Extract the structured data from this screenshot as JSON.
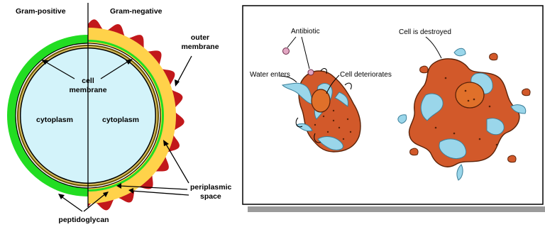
{
  "gram": {
    "positive_title": "Gram-positive",
    "negative_title": "Gram-negative",
    "outer_membrane_line1": "outer",
    "outer_membrane_line2": "membrane",
    "cell_membrane_line1": "cell",
    "cell_membrane_line2": "membrane",
    "cytoplasm_left": "cytoplasm",
    "cytoplasm_right": "cytoplasm",
    "periplasmic_line1": "periplasmic",
    "periplasmic_line2": "space",
    "peptidoglycan": "peptidoglycan"
  },
  "antibiotic": {
    "antibiotic_label": "Antibiotic",
    "water_label": "Water enters",
    "deteriorates_label": "Cell deteriorates",
    "destroyed_label": "Cell is destroyed"
  },
  "colors": {
    "cytoplasm": "#d3f3fa",
    "peptidoglycan": "#22dd22",
    "periplasm": "#ffd24a",
    "outer_membrane": "#c2181b",
    "cell_body": "#d2592a",
    "water": "#9ad6ea"
  }
}
